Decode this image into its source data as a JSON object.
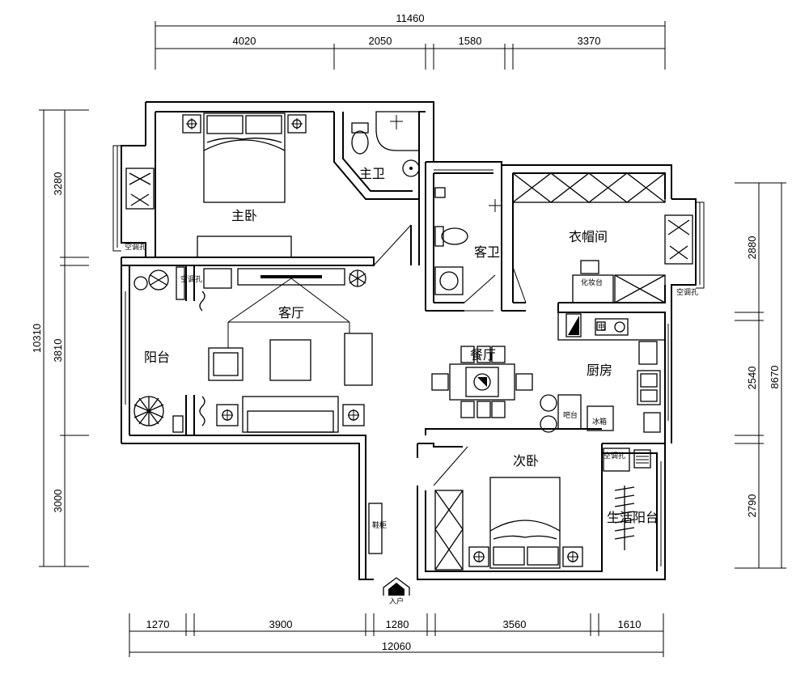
{
  "dimensions": {
    "top_total": "11460",
    "top": [
      "4020",
      "2050",
      "1580",
      "3370"
    ],
    "bottom_total": "12060",
    "bottom": [
      "1270",
      "3900",
      "1280",
      "3560",
      "1610"
    ],
    "left_total": "10310",
    "left": [
      "3280",
      "3810",
      "3000"
    ],
    "right_total": "8670",
    "right": [
      "2880",
      "2540",
      "2790"
    ]
  },
  "rooms": {
    "master_bedroom": "主卧",
    "master_bath": "主卫",
    "guest_bath": "客卫",
    "cloakroom": "衣帽间",
    "living_room": "客厅",
    "balcony": "阳台",
    "dining_room": "餐厅",
    "kitchen": "厨房",
    "second_bedroom": "次卧",
    "utility_balcony": "生活阳台"
  },
  "labels": {
    "ac_hole_1": "空调孔",
    "ac_hole_2": "空调孔",
    "ac_hole_3": "空调孔",
    "ac_hole_4": "空调孔",
    "vanity": "化妆台",
    "bar": "吧台",
    "fridge": "冰箱",
    "shoe_cabinet": "鞋柜",
    "entrance": "入户",
    "appliance": "电"
  }
}
